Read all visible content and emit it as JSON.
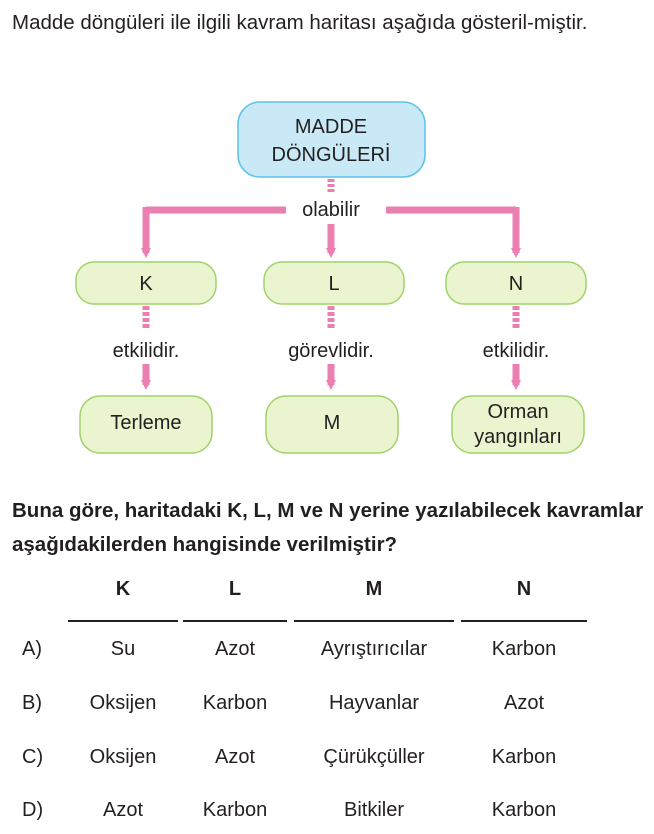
{
  "intro_text": "Madde döngüleri ile ilgili kavram haritası aşağıda gösteril-miştir.",
  "diagram": {
    "root": {
      "line1": "MADDE",
      "line2": "DÖNGÜLERİ"
    },
    "connector": "olabilir",
    "nodes": [
      {
        "label": "K",
        "relation": "etkilidir.",
        "result": [
          "Terleme"
        ]
      },
      {
        "label": "L",
        "relation": "görevlidir.",
        "result": [
          "M"
        ]
      },
      {
        "label": "N",
        "relation": "etkilidir.",
        "result": [
          "Orman",
          "yangınları"
        ]
      }
    ],
    "colors": {
      "root_fill": "#c9e9f6",
      "root_stroke": "#5cc3e8",
      "node_fill": "#eaf4cf",
      "node_stroke": "#9fd36a",
      "arrow": "#ea7fb0"
    }
  },
  "question_text": "Buna göre, haritadaki K, L, M ve N yerine yazılabilecek kavramlar aşağıdakilerden hangisinde verilmiştir?",
  "table": {
    "headers": [
      "K",
      "L",
      "M",
      "N"
    ],
    "rows": [
      {
        "letter": "A)",
        "cells": [
          "Su",
          "Azot",
          "Ayrıştırıcılar",
          "Karbon"
        ]
      },
      {
        "letter": "B)",
        "cells": [
          "Oksijen",
          "Karbon",
          "Hayvanlar",
          "Azot"
        ]
      },
      {
        "letter": "C)",
        "cells": [
          "Oksijen",
          "Azot",
          "Çürükçüller",
          "Karbon"
        ]
      },
      {
        "letter": "D)",
        "cells": [
          "Azot",
          "Karbon",
          "Bitkiler",
          "Karbon"
        ]
      }
    ]
  }
}
